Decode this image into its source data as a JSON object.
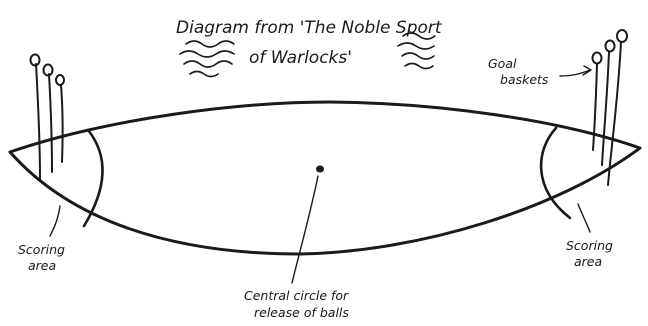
{
  "title": {
    "line1": "Diagram from 'The Noble Sport",
    "line2": "of Warlocks'"
  },
  "labels": {
    "goal_baskets_line1": "Goal",
    "goal_baskets_line2": "baskets",
    "scoring_left_line1": "Scoring",
    "scoring_left_line2": "area",
    "scoring_right_line1": "Scoring",
    "scoring_right_line2": "area",
    "central_line1": "Central circle for",
    "central_line2": "release of balls"
  },
  "colors": {
    "ink": "#1a1a1a",
    "paper": "#ffffff"
  }
}
